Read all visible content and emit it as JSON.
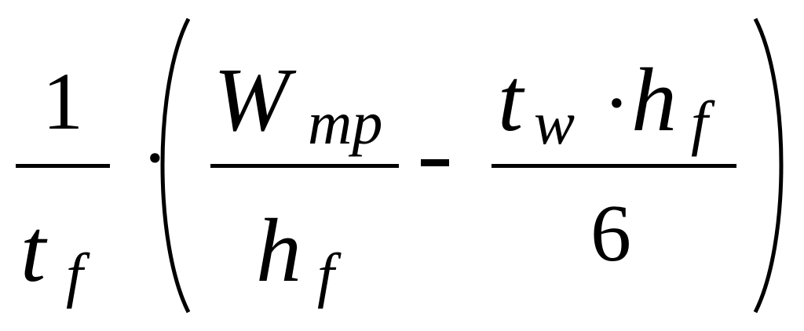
{
  "formula": {
    "left_fraction": {
      "numerator": "1",
      "denominator_base": "t",
      "denominator_sub": "f"
    },
    "multiply_dot": "·",
    "bracket_open": "(",
    "bracket_close": ")",
    "first_fraction": {
      "numerator_base": "W",
      "numerator_sub": "mp",
      "denominator_base": "h",
      "denominator_sub": "f"
    },
    "minus": "-",
    "second_fraction": {
      "numerator_t": "t",
      "numerator_t_sub": "w",
      "numerator_dot": "·",
      "numerator_h": "h",
      "numerator_h_sub": "f",
      "denominator": "6"
    }
  }
}
